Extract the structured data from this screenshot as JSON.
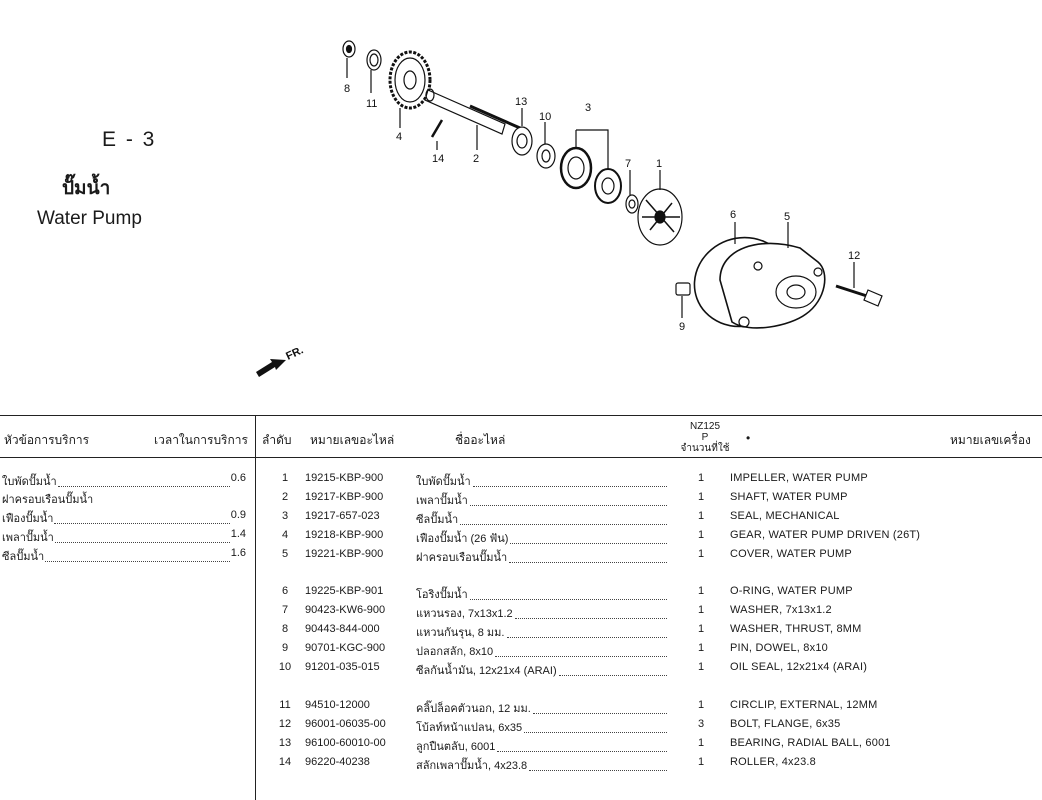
{
  "header": {
    "code": "E - 3",
    "title_th": "ปั๊มน้ำ",
    "title_en": "Water Pump"
  },
  "diagram": {
    "front_label": "FR.",
    "callouts": [
      "8",
      "11",
      "4",
      "14",
      "2",
      "13",
      "10",
      "3",
      "7",
      "1",
      "6",
      "5",
      "12",
      "9"
    ]
  },
  "table": {
    "headers": {
      "service_topic": "หัวข้อการบริการ",
      "service_time": "เวลาในการบริการ",
      "order": "ลำดับ",
      "part_number": "หมายเลขอะไหล่",
      "part_name": "ชื่ออะไหล่",
      "model": "NZ125",
      "model_sub": "P",
      "quantity": "จำนวนที่ใช้",
      "bullet": "•",
      "engine_number": "หมายเลขเครื่อง"
    },
    "service_items": [
      {
        "label": "ใบพัดปั๊มน้ำ",
        "time": "0.6"
      },
      {
        "label": "ฝาครอบเรือนปั๊มน้ำ",
        "time": ""
      },
      {
        "label": "เฟืองปั๊มน้ำ",
        "time": "0.9"
      },
      {
        "label": "เพลาปั๊มน้ำ",
        "time": "1.4"
      },
      {
        "label": "ซีลปั๊มน้ำ",
        "time": "1.6"
      }
    ],
    "parts": [
      {
        "no": "1",
        "pn": "19215-KBP-900",
        "th": "ใบพัดปั๊มน้ำ",
        "qty": "1",
        "en": "IMPELLER, WATER PUMP"
      },
      {
        "no": "2",
        "pn": "19217-KBP-900",
        "th": "เพลาปั๊มน้ำ",
        "qty": "1",
        "en": "SHAFT, WATER PUMP"
      },
      {
        "no": "3",
        "pn": "19217-657-023",
        "th": "ซีลปั๊มน้ำ",
        "qty": "1",
        "en": "SEAL, MECHANICAL"
      },
      {
        "no": "4",
        "pn": "19218-KBP-900",
        "th": "เฟืองปั๊มน้ำ (26 ฟัน)",
        "qty": "1",
        "en": "GEAR, WATER PUMP DRIVEN (26T)"
      },
      {
        "no": "5",
        "pn": "19221-KBP-900",
        "th": "ฝาครอบเรือนปั๊มน้ำ",
        "qty": "1",
        "en": "COVER, WATER PUMP"
      },
      {
        "no": "6",
        "pn": "19225-KBP-901",
        "th": "โอริงปั๊มน้ำ",
        "qty": "1",
        "en": "O-RING, WATER PUMP"
      },
      {
        "no": "7",
        "pn": "90423-KW6-900",
        "th": "แหวนรอง, 7x13x1.2",
        "qty": "1",
        "en": "WASHER, 7x13x1.2"
      },
      {
        "no": "8",
        "pn": "90443-844-000",
        "th": "แหวนกันรุน, 8 มม.",
        "qty": "1",
        "en": "WASHER, THRUST, 8MM"
      },
      {
        "no": "9",
        "pn": "90701-KGC-900",
        "th": "ปลอกสลัก, 8x10",
        "qty": "1",
        "en": "PIN, DOWEL, 8x10"
      },
      {
        "no": "10",
        "pn": "91201-035-015",
        "th": "ซีลกันน้ำมัน, 12x21x4 (ARAI)",
        "qty": "1",
        "en": "OIL SEAL, 12x21x4 (ARAI)"
      },
      {
        "no": "11",
        "pn": "94510-12000",
        "th": "คลิ๊ปล็อคตัวนอก, 12 มม.",
        "qty": "1",
        "en": "CIRCLIP, EXTERNAL, 12MM"
      },
      {
        "no": "12",
        "pn": "96001-06035-00",
        "th": "โบ้ลท์หน้าแปลน, 6x35",
        "qty": "3",
        "en": "BOLT, FLANGE, 6x35"
      },
      {
        "no": "13",
        "pn": "96100-60010-00",
        "th": "ลูกปืนตลับ, 6001",
        "qty": "1",
        "en": "BEARING, RADIAL BALL, 6001"
      },
      {
        "no": "14",
        "pn": "96220-40238",
        "th": "สลักเพลาปั๊มน้ำ, 4x23.8",
        "qty": "1",
        "en": "ROLLER, 4x23.8"
      }
    ]
  }
}
